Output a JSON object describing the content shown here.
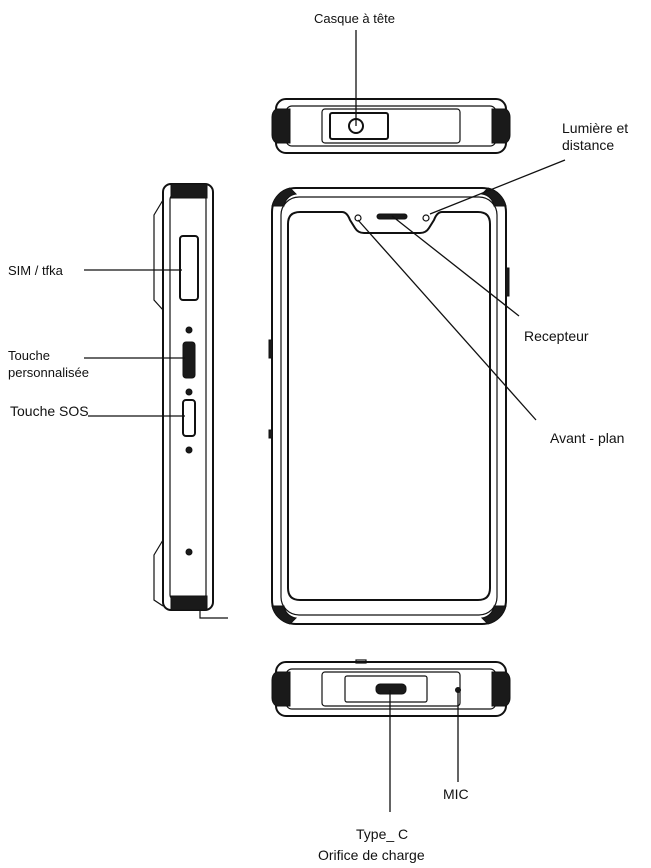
{
  "labels": {
    "headphone": "Casque à tête",
    "light_distance": [
      "Lumière et",
      "distance"
    ],
    "sim": "SIM / tfka",
    "custom_key": [
      "Touche",
      "personnalisée"
    ],
    "sos_key": "Touche SOS",
    "receiver": "Recepteur",
    "front": "Avant - plan",
    "mic": "MIC",
    "type_c": "Type_ C",
    "charge_port": "Orifice de charge"
  }
}
